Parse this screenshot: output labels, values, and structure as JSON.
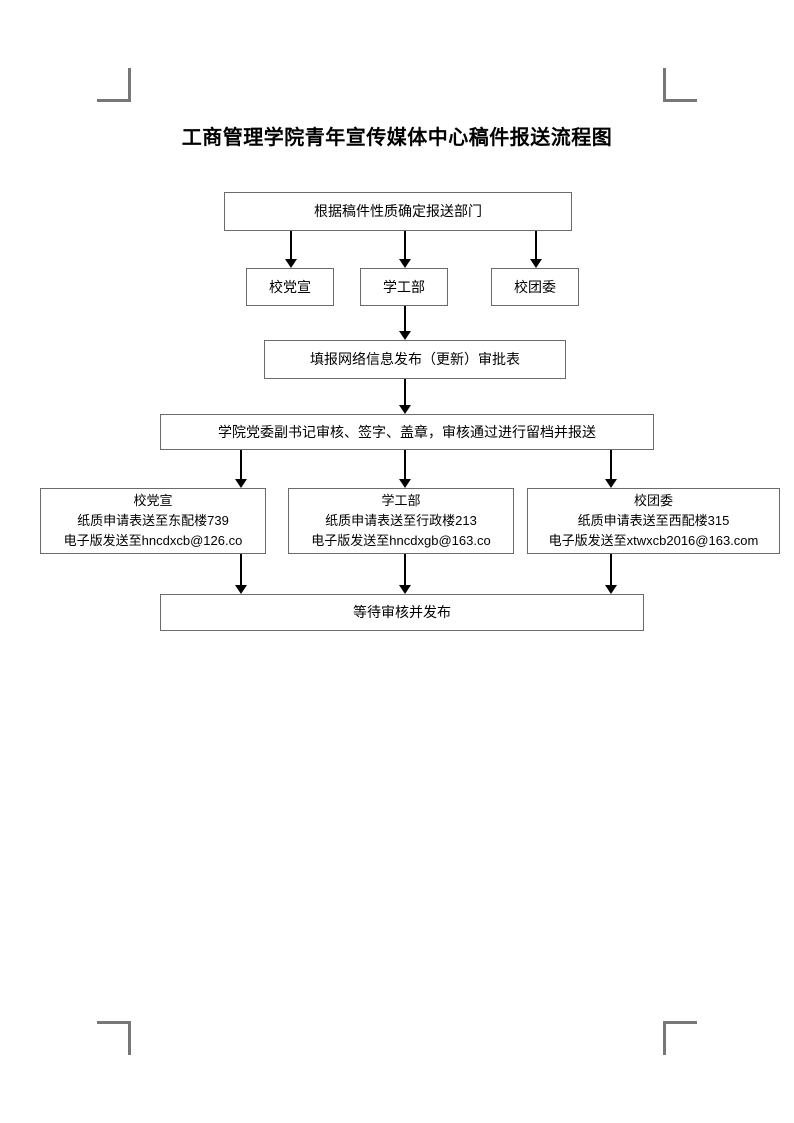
{
  "document": {
    "title": "工商管理学院青年宣传媒体中心稿件报送流程图",
    "page_background": "#ffffff",
    "line_color": "#6b6b6b",
    "arrow_color": "#000000",
    "crop_mark_color": "#777777"
  },
  "flowchart": {
    "type": "flowchart",
    "orientation": "top-down",
    "nodes": [
      {
        "id": "start",
        "label": "根据稿件性质确定报送部门"
      },
      {
        "id": "dept-1",
        "label": "校党宣"
      },
      {
        "id": "dept-2",
        "label": "学工部"
      },
      {
        "id": "dept-3",
        "label": "校团委"
      },
      {
        "id": "form",
        "label": "填报网络信息发布（更新）审批表"
      },
      {
        "id": "review",
        "label": "学院党委副书记审核、签字、盖章，审核通过进行留档并报送"
      },
      {
        "id": "detail-1",
        "title": "校党宣",
        "line2": "纸质申请表送至东配楼739",
        "line3": "电子版发送至hncdxcb@126.co"
      },
      {
        "id": "detail-2",
        "title": "学工部",
        "line2": "纸质申请表送至行政楼213",
        "line3": "电子版发送至hncdxgb@163.co"
      },
      {
        "id": "detail-3",
        "title": "校团委",
        "line2": "纸质申请表送至西配楼315",
        "line3": "电子版发送至xtwxcb2016@163.com"
      },
      {
        "id": "end",
        "label": "等待审核并发布"
      }
    ],
    "edges": [
      {
        "from": "start",
        "to": "dept-1"
      },
      {
        "from": "start",
        "to": "dept-2"
      },
      {
        "from": "start",
        "to": "dept-3"
      },
      {
        "from": "dept-2",
        "to": "form"
      },
      {
        "from": "form",
        "to": "review"
      },
      {
        "from": "review",
        "to": "detail-1"
      },
      {
        "from": "review",
        "to": "detail-2"
      },
      {
        "from": "review",
        "to": "detail-3"
      },
      {
        "from": "detail-1",
        "to": "end"
      },
      {
        "from": "detail-2",
        "to": "end"
      },
      {
        "from": "detail-3",
        "to": "end"
      }
    ]
  }
}
